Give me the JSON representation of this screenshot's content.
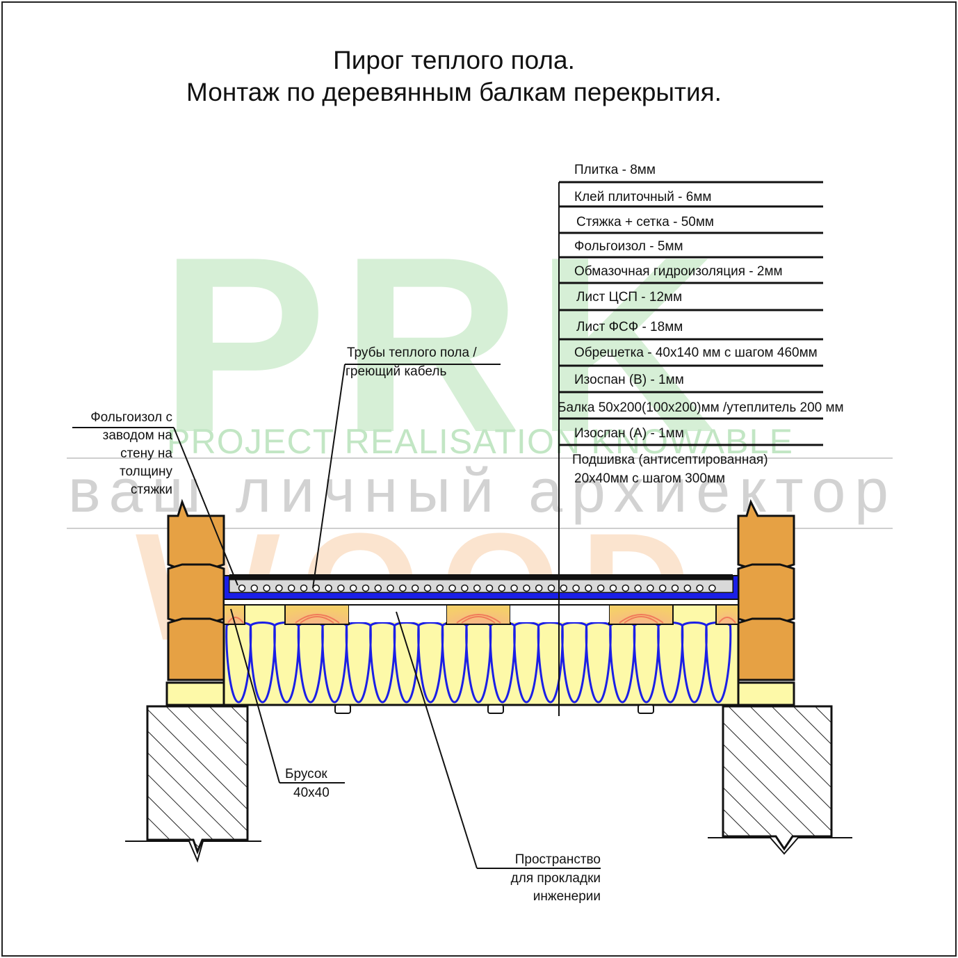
{
  "title": {
    "line1": "Пирог теплого пола.",
    "line2": "Монтаж по деревянным балкам перекрытия."
  },
  "layers": [
    {
      "label": "Плитка - 8мм"
    },
    {
      "label": "Клей плиточный - 6мм"
    },
    {
      "label": "Стяжка + сетка - 50мм"
    },
    {
      "label": "Фольгоизол - 5мм"
    },
    {
      "label": "Обмазочная гидроизоляция - 2мм"
    },
    {
      "label": "Лист ЦСП - 12мм"
    },
    {
      "label": "Лист ФСФ - 18мм"
    },
    {
      "label": "Обрешетка - 40x140 мм с шагом 460мм"
    },
    {
      "label": "Изоспан (В) - 1мм"
    },
    {
      "label": "Балка 50x200(100x200)мм /утеплитель 200 мм"
    },
    {
      "label": "Изоспан (А) - 1мм"
    },
    {
      "label": "Подшивка (антисептированная)",
      "label2": "20x40мм с шагом 300мм"
    }
  ],
  "callouts": {
    "pipes": {
      "line1": "Трубы теплого пола /",
      "line2": "греющий кабель"
    },
    "foil": {
      "lines": [
        "Фольгоизол с",
        "заводом на",
        "стену на",
        "толщину",
        "стяжки"
      ]
    },
    "bar": {
      "line1": "Брусок",
      "line2": "40x40"
    },
    "space": {
      "lines": [
        "Пространство",
        "для прокладки",
        "инженерии"
      ]
    }
  },
  "watermark": {
    "logo": "PRK",
    "tagline": "PROJECT REALISATION KNOWABLE",
    "slogan": "ваш личный архиектор",
    "brand": "WOOD",
    "colors": {
      "green": "#c9eccb",
      "gray": "#cfcfcf",
      "orange": "#fbe2cc"
    }
  },
  "colors": {
    "timber": "#e5a043",
    "insulation": "#fdf9a8",
    "foil": "#1b1fe6",
    "beam": "#f5d070",
    "concrete_hatch": "#222222",
    "screed": "#d9d9d9"
  }
}
